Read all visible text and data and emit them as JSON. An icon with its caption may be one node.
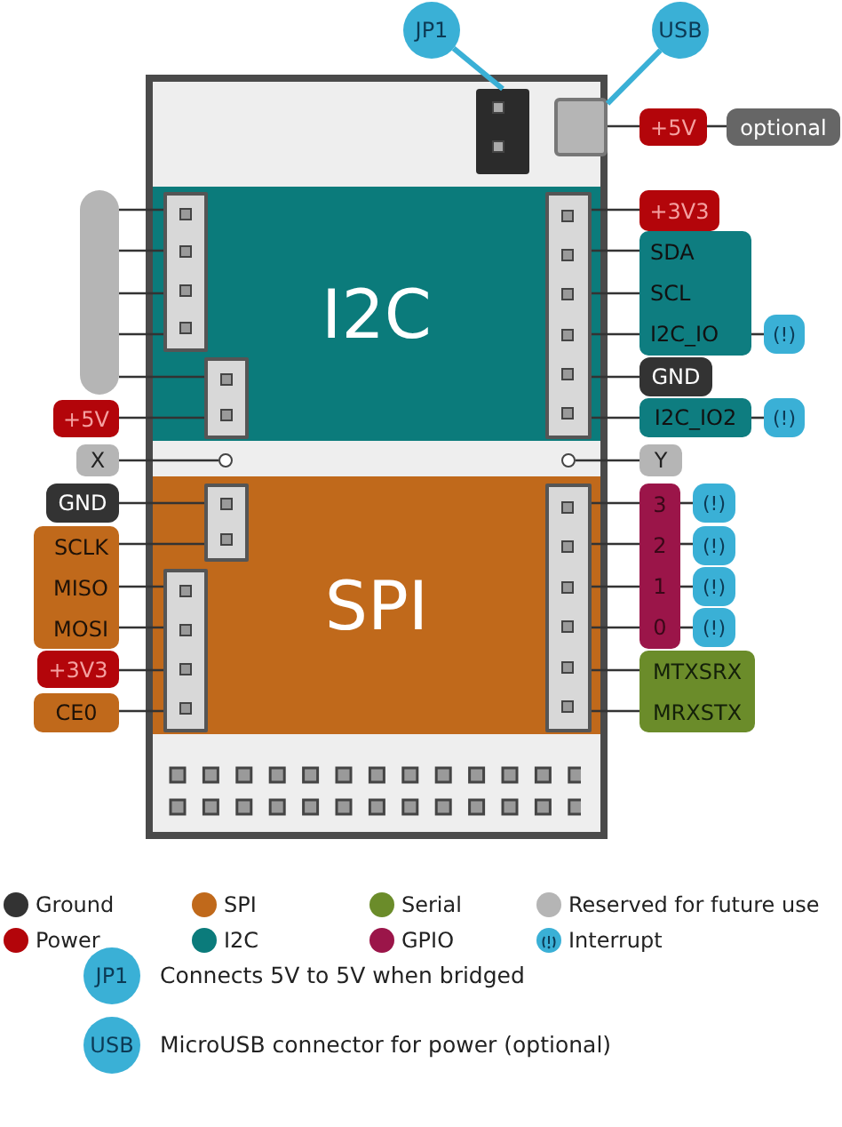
{
  "diagram": {
    "nodes": [
      {
        "text": [
          "JP1"
        ]
      },
      {
        "text": [
          "USB"
        ]
      },
      {
        "text": [],
        "shape": "box"
      },
      {
        "text": [],
        "shape": "box",
        "in": 2
      },
      {
        "text": [],
        "shape": "box",
        "in": 2
      },
      {
        "text": [
          "I2C"
        ],
        "in": 2
      },
      {
        "text": [],
        "shape": "box",
        "in": 5
      },
      {
        "text": [],
        "shape": "box",
        "in": 5
      },
      {
        "text": [],
        "shape": "box",
        "in": 5
      },
      {
        "text": [],
        "shape": "circle",
        "in": 2
      },
      {
        "text": [],
        "shape": "circle",
        "in": 2
      },
      {
        "text": [
          "SPI"
        ],
        "in": 2
      },
      {
        "text": [],
        "shape": "box",
        "in": 11
      },
      {
        "text": [],
        "shape": "box",
        "in": 11
      },
      {
        "text": [],
        "shape": "box",
        "in": 11
      },
      {
        "text": [
          "+5V"
        ]
      },
      {
        "text": [
          "optional"
        ]
      },
      {
        "text": [],
        "shape": "bar"
      },
      {
        "text": [
          "+3V3"
        ]
      },
      {
        "text": [
          "SDA",
          "SCL",
          "I2C_IO"
        ]
      },
      {
        "text": [
          "(!)"
        ]
      },
      {
        "text": [
          "GND"
        ]
      },
      {
        "text": [
          "I2C_IO2"
        ]
      },
      {
        "text": [
          "(!)"
        ]
      },
      {
        "text": [
          "+5V"
        ]
      },
      {
        "text": [
          "X"
        ]
      },
      {
        "text": [
          "Y"
        ]
      },
      {
        "text": [
          "GND"
        ]
      },
      {
        "text": [
          "SCLK",
          "MISO",
          "MOSI"
        ]
      },
      {
        "text": [
          "+3V3"
        ]
      },
      {
        "text": [
          "CE0"
        ]
      },
      {
        "text": [
          "3",
          "2",
          "1",
          "0"
        ]
      },
      {
        "text": [
          "(!)"
        ]
      },
      {
        "text": [
          "(!)"
        ]
      },
      {
        "text": [
          "(!)"
        ]
      },
      {
        "text": [
          "(!)"
        ]
      },
      {
        "text": [
          "MTXSRX",
          "MRXSTX"
        ]
      },
      {
        "text": [
          "JP1"
        ],
        "beside": [
          "Connects 5V to 5V when bridged"
        ]
      },
      {
        "text": [
          "USB"
        ],
        "beside": [
          "MicroUSB connector for power (optional)"
        ]
      }
    ],
    "edges": [
      {
        "from": 0,
        "to": 3,
        "arrow": "none",
        "style": "thick",
        "color": "#3ab0d6"
      },
      {
        "from": 1,
        "to": 4,
        "arrow": "none",
        "style": "thick",
        "color": "#3ab0d6"
      },
      {
        "from": 4,
        "to": 15,
        "arrow": "none"
      },
      {
        "from": 15,
        "to": 16,
        "arrow": "none"
      },
      {
        "from": 17,
        "to": 6,
        "arrow": "none"
      },
      {
        "from": 17,
        "to": 6,
        "arrow": "none"
      },
      {
        "from": 17,
        "to": 6,
        "arrow": "none"
      },
      {
        "from": 17,
        "to": 6,
        "arrow": "none"
      },
      {
        "from": 17,
        "to": 7,
        "arrow": "none"
      },
      {
        "from": 24,
        "to": 7,
        "arrow": "none"
      },
      {
        "from": 8,
        "to": 18,
        "arrow": "none"
      },
      {
        "from": 8,
        "to": 19,
        "arrow": "none"
      },
      {
        "from": 8,
        "to": 19,
        "arrow": "none"
      },
      {
        "from": 8,
        "to": 19,
        "arrow": "none"
      },
      {
        "from": 19,
        "to": 20,
        "arrow": "none"
      },
      {
        "from": 8,
        "to": 21,
        "arrow": "none"
      },
      {
        "from": 8,
        "to": 22,
        "arrow": "none"
      },
      {
        "from": 22,
        "to": 23,
        "arrow": "none"
      },
      {
        "from": 25,
        "to": 9,
        "arrow": "none"
      },
      {
        "from": 26,
        "to": 10,
        "arrow": "none"
      },
      {
        "from": 27,
        "to": 12,
        "arrow": "none"
      },
      {
        "from": 28,
        "to": 12,
        "arrow": "none"
      },
      {
        "from": 28,
        "to": 13,
        "arrow": "none"
      },
      {
        "from": 28,
        "to": 13,
        "arrow": "none"
      },
      {
        "from": 29,
        "to": 13,
        "arrow": "none"
      },
      {
        "from": 30,
        "to": 13,
        "arrow": "none"
      },
      {
        "from": 14,
        "to": 31,
        "arrow": "none"
      },
      {
        "from": 14,
        "to": 31,
        "arrow": "none"
      },
      {
        "from": 14,
        "to": 31,
        "arrow": "none"
      },
      {
        "from": 14,
        "to": 31,
        "arrow": "none"
      },
      {
        "from": 31,
        "to": 32,
        "arrow": "none"
      },
      {
        "from": 31,
        "to": 33,
        "arrow": "none"
      },
      {
        "from": 31,
        "to": 34,
        "arrow": "none"
      },
      {
        "from": 31,
        "to": 35,
        "arrow": "none"
      },
      {
        "from": 14,
        "to": 36,
        "arrow": "none"
      },
      {
        "from": 14,
        "to": 36,
        "arrow": "none"
      }
    ],
    "legend": [
      {
        "text": "Ground",
        "color": "#333333"
      },
      {
        "text": "SPI",
        "color": "#c0691b"
      },
      {
        "text": "Serial",
        "color": "#6b8c2a"
      },
      {
        "text": "Reserved for future use",
        "color": "#b5b5b5"
      },
      {
        "text": "Power",
        "color": "#b3050a"
      },
      {
        "text": "I2C",
        "color": "#0b7b7b"
      },
      {
        "text": "GPIO",
        "color": "#9b1549"
      },
      {
        "text": "Interrupt"
      }
    ]
  }
}
